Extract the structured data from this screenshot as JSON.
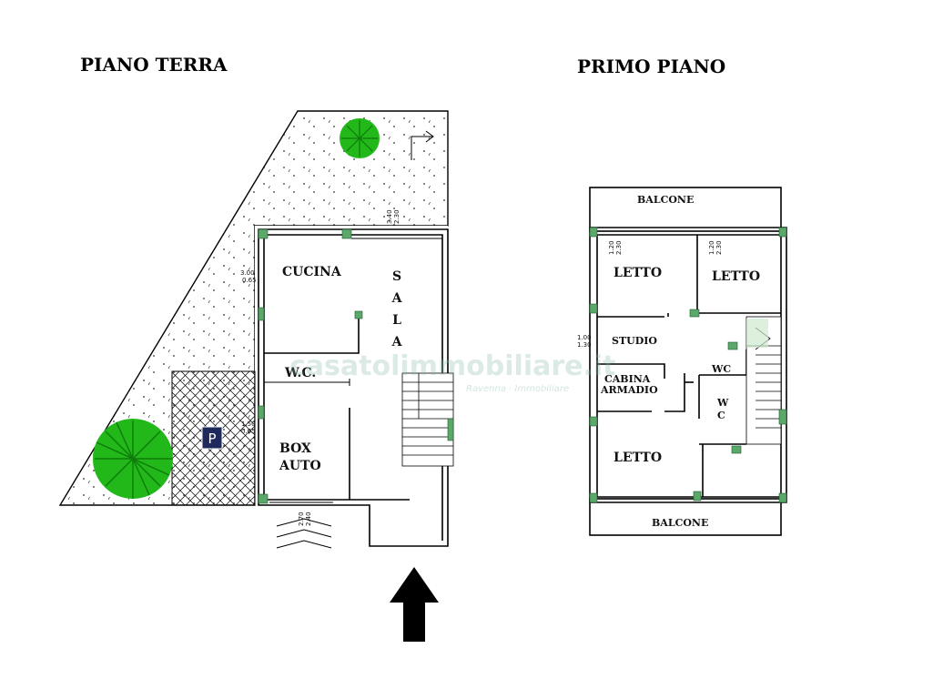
{
  "floors": {
    "ground": {
      "title": "PIANO TERRA",
      "rooms": {
        "cucina": "CUCINA",
        "sala": [
          "S",
          "A",
          "L",
          "A"
        ],
        "wc": "W.C.",
        "box_line1": "BOX",
        "box_line2": "AUTO"
      },
      "parking_symbol": "P",
      "dims": {
        "d1_a": "3.40",
        "d1_b": "2.30",
        "d2_a": "3.00",
        "d2_b": "0.65",
        "d3_a": "1.50",
        "d3_b": "0.65",
        "d4_a": "2.70",
        "d4_b": "2.40"
      }
    },
    "first": {
      "title": "PRIMO PIANO",
      "rooms": {
        "balcone_top": "BALCONE",
        "balcone_bottom": "BALCONE",
        "letto1": "LETTO",
        "letto2": "LETTO",
        "letto3": "LETTO",
        "studio": "STUDIO",
        "cabina1": "CABINA",
        "cabina2": "ARMADIO",
        "wc1": "WC",
        "wc2_a": "W",
        "wc2_b": "C"
      },
      "dims": {
        "d1_a": "1.20",
        "d1_b": "2.30",
        "d2_a": "1.20",
        "d2_b": "2.30",
        "d3_a": "1.00",
        "d3_b": "1.30"
      }
    }
  },
  "watermark": {
    "main": "casatolimmobiliare.it",
    "sub": "Ravenna · Immobiliare"
  },
  "colors": {
    "lines": "#000000",
    "tree_green": "#22b81a",
    "column_green": "#5aa86a",
    "parking_badge": "#1f2a5c"
  }
}
